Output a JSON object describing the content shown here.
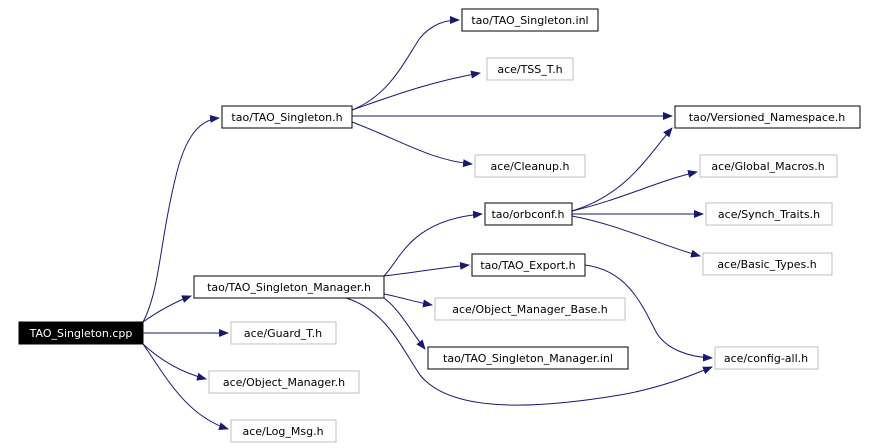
{
  "colors": {
    "edge": "#191970",
    "root_fill": "#000000",
    "root_text": "#ffffff",
    "project_border": "#000000",
    "external_border": "#bfbfbf",
    "text": "#000000"
  },
  "nodes": {
    "root": "TAO_Singleton.cpp",
    "tao_singleton_h": "tao/TAO_Singleton.h",
    "tao_singleton_manager_h": "tao/TAO_Singleton_Manager.h",
    "guard_t_h": "ace/Guard_T.h",
    "object_manager_h": "ace/Object_Manager.h",
    "log_msg_h": "ace/Log_Msg.h",
    "tao_singleton_inl": "tao/TAO_Singleton.inl",
    "tss_t_h": "ace/TSS_T.h",
    "versioned_namespace_h": "tao/Versioned_Namespace.h",
    "cleanup_h": "ace/Cleanup.h",
    "orbconf_h": "tao/orbconf.h",
    "tao_export_h": "tao/TAO_Export.h",
    "object_manager_base_h": "ace/Object_Manager_Base.h",
    "tao_singleton_manager_inl": "tao/TAO_Singleton_Manager.inl",
    "global_macros_h": "ace/Global_Macros.h",
    "synch_traits_h": "ace/Synch_Traits.h",
    "basic_types_h": "ace/Basic_Types.h",
    "config_all_h": "ace/config-all.h"
  }
}
